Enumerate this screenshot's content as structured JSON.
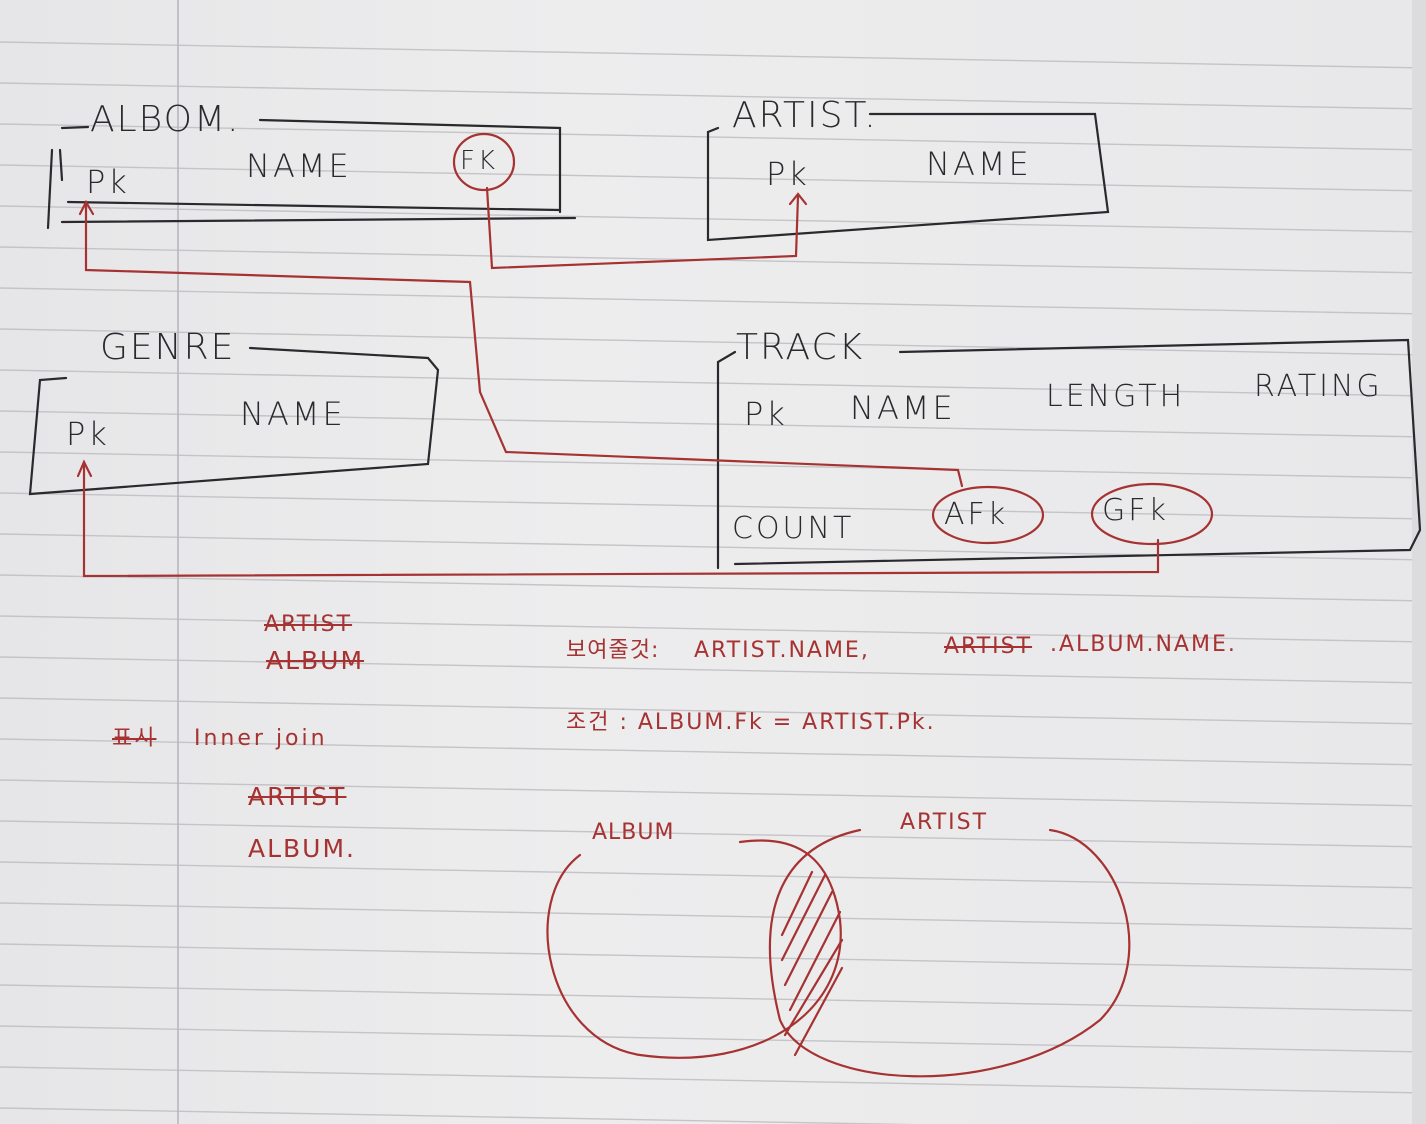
{
  "entities": {
    "album": {
      "title": "ALBOM.",
      "fields": [
        "Pk",
        "NAME",
        "FK"
      ]
    },
    "artist": {
      "title": "ARTIST.",
      "fields": [
        "Pk",
        "NAME"
      ]
    },
    "genre": {
      "title": "GENRE",
      "fields": [
        "Pk",
        "NAME"
      ]
    },
    "track": {
      "title": "TRACK",
      "fields": [
        "Pk",
        "NAME",
        "LENGTH",
        "RATING",
        "COUNT",
        "AFk",
        "GFk"
      ]
    }
  },
  "notes": {
    "struck_artist_top": "ARTIST",
    "struck_album_top": "ALBUM",
    "struck_label": "표시",
    "inner_join": "Inner join",
    "struck_artist_bottom": "ARTIST",
    "album_bottom": "ALBUM.",
    "select_prefix": "보여줄것:",
    "select_first": "ARTIST.NAME,",
    "select_struck": "ARTIST",
    "select_second": ".ALBUM.NAME.",
    "condition": "조건 : ALBUM.Fk = ARTIST.Pk."
  },
  "venn": {
    "left_label": "ALBUM",
    "right_label": "ARTIST"
  },
  "colors": {
    "ink_black": "#2a2a2e",
    "ink_red": "#a63232",
    "paper": "#e9e9ea",
    "rule": "#c4c4c8"
  }
}
